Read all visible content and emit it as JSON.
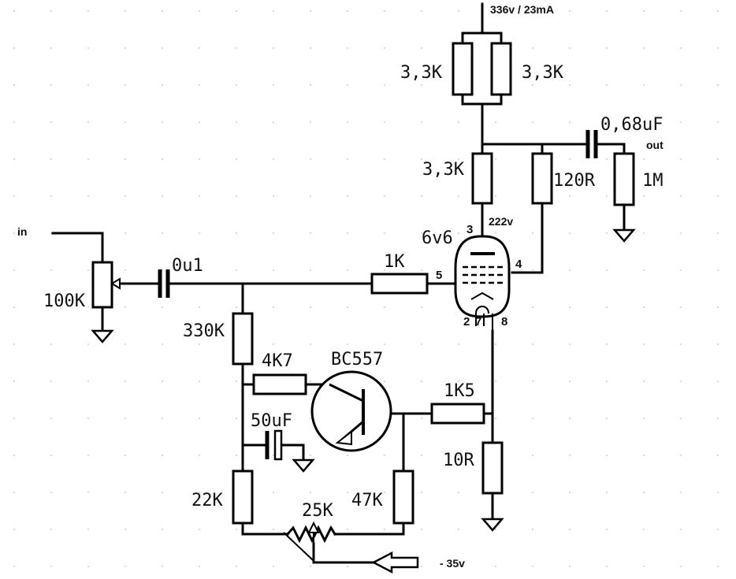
{
  "labels": {
    "supply": "336v / 23mA",
    "r_top_left": "3,3K",
    "r_top_right": "3,3K",
    "r_plate": "3,3K",
    "r_120": "120R",
    "cap_out": "0,68uF",
    "out": "out",
    "r_1m": "1M",
    "plate_voltage": "222v",
    "tube": "6v6",
    "pin3": "3",
    "pin4": "4",
    "pin5": "5",
    "pin2": "2",
    "pin7": "7",
    "pin8": "8",
    "in": "in",
    "pot_100k": "100K",
    "cap_in": "0u1",
    "r_1k": "1K",
    "r_330k": "330K",
    "r_4k7": "4K7",
    "transistor": "BC557",
    "r_1k5": "1K5",
    "cap_50uf": "50uF",
    "r_10r": "10R",
    "r_22k": "22K",
    "pot_25k": "25K",
    "r_47k": "47K",
    "neg_supply": "- 35v"
  }
}
